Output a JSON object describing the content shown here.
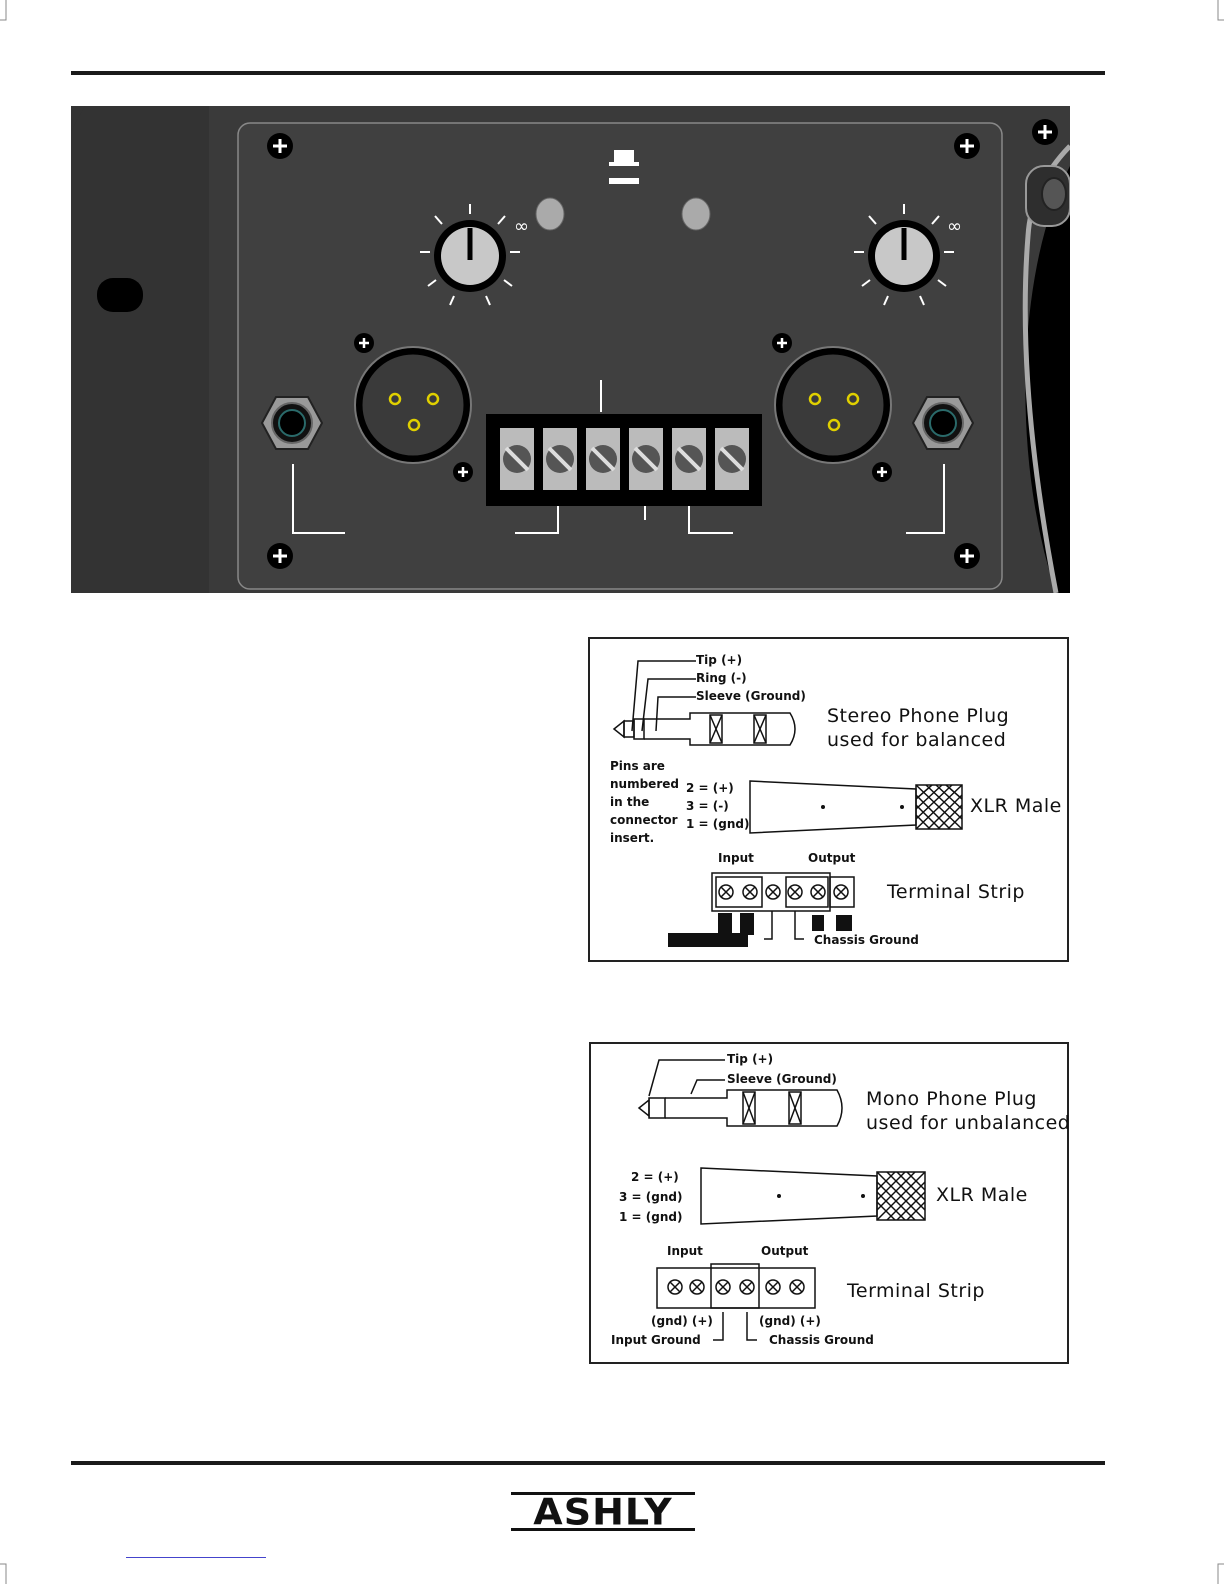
{
  "diagram_balanced": {
    "tip": "Tip (+)",
    "ring": "Ring (-)",
    "sleeve": "Sleeve (Ground)",
    "plug_title_1": "Stereo Phone Plug",
    "plug_title_2": "used for balanced",
    "pins_note": [
      "Pins are",
      "numbered",
      "in the",
      "connector",
      "insert."
    ],
    "pin2": "2 = (+)",
    "pin3": "3 = (-)",
    "pin1": "1 = (gnd)",
    "xlr": "XLR Male",
    "input": "Input",
    "output": "Output",
    "terminal": "Terminal Strip",
    "chassis": "Chassis Ground"
  },
  "diagram_unbalanced": {
    "tip": "Tip (+)",
    "sleeve": "Sleeve (Ground)",
    "plug_title_1": "Mono Phone Plug",
    "plug_title_2": "used for unbalanced",
    "pin2": "2 = (+)",
    "pin3": "3 = (gnd)",
    "pin1": "1 = (gnd)",
    "xlr": "XLR Male",
    "input": "Input",
    "output": "Output",
    "terminal": "Terminal Strip",
    "in_pol": "(gnd) (+)",
    "out_pol": "(gnd) (+)",
    "input_ground": "Input Ground",
    "chassis": "Chassis Ground"
  },
  "panel": {
    "infinity_left": "∞",
    "infinity_right": "∞"
  },
  "footer": {
    "logo": "ASHLY"
  }
}
